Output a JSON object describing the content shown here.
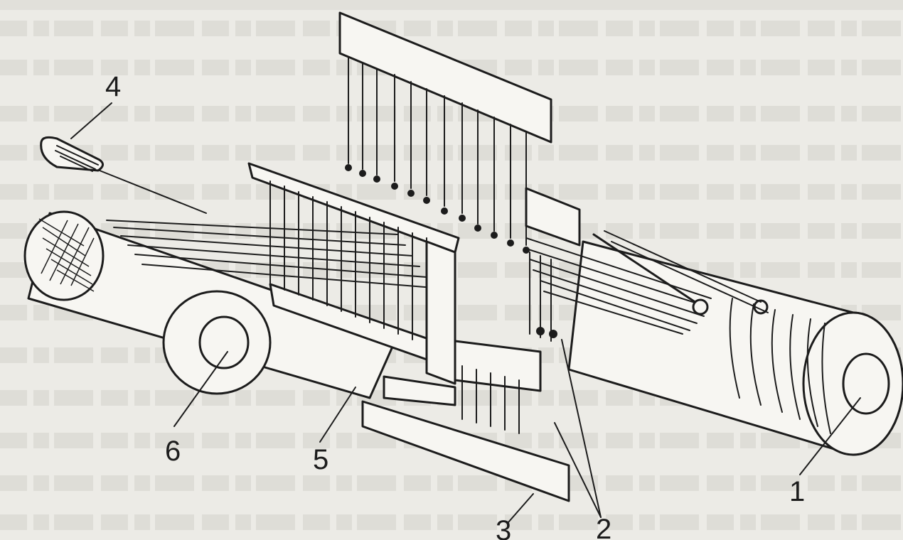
{
  "labels": {
    "warp_beam": "1",
    "heddles": "2",
    "harness_frame": "3",
    "shuttle": "4",
    "reed": "5",
    "cloth_beam": "6"
  }
}
